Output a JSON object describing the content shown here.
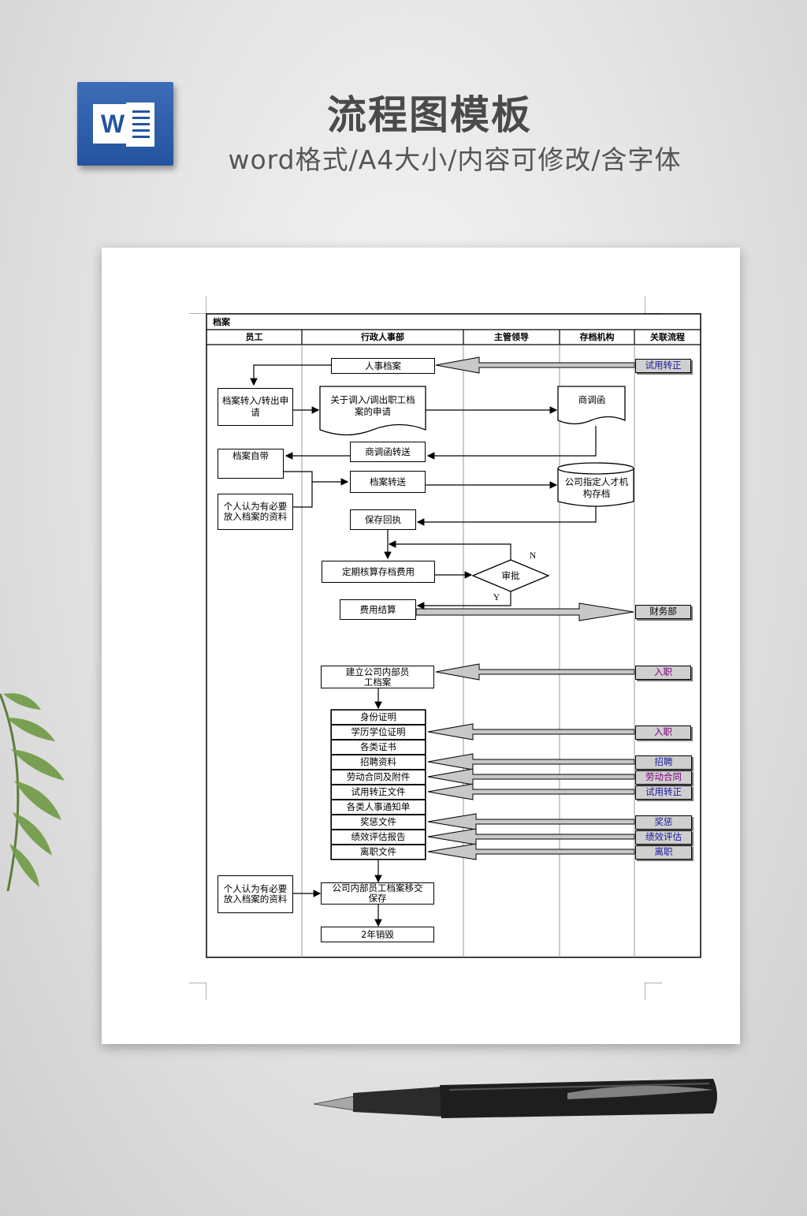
{
  "header": {
    "title": "流程图模板",
    "subtitle": "word格式/A4大小/内容可修改/含字体",
    "icon_letter": "W"
  },
  "flowchart": {
    "title": "档案",
    "columns": [
      "员工",
      "行政人事部",
      "主管领导",
      "存档机构",
      "关联流程"
    ],
    "nodes": {
      "renshi_dangan": "人事档案",
      "zhuanru": "档案转入/转出申请",
      "guanyu": "关于调入/调出职工档案的申请",
      "shangdiaohan": "商调函",
      "shangdiaohan_zhuansong": "商调函转送",
      "dangan_zidai": "档案自带",
      "dangan_zhuansong": "档案转送",
      "cundang": "公司指定人才机构存档",
      "geren_1": "个人认为有必要放入档案的资料",
      "baocun_huizhi": "保存回执",
      "dingqi": "定期核算存档费用",
      "shenpi": "审批",
      "feiyong": "费用结算",
      "jianli": "建立公司内部员工档案",
      "shenfen": "身份证明",
      "xueli": "学历学位证明",
      "zhengshu": "各类证书",
      "zhaopin_ziliao": "招聘资料",
      "hetong": "劳动合同及附件",
      "shiyong_wenjian": "试用转正文件",
      "tongzhidan": "各类人事通知单",
      "jiangcheng_wenjian": "奖惩文件",
      "jixiao_baogao": "绩效评估报告",
      "lizhi_wenjian": "离职文件",
      "geren_2": "个人认为有必要放入档案的资料",
      "neibu_baocun": "公司内部员工档案移交保存",
      "xiaohui": "2年销毁",
      "label_n": "N",
      "label_y": "Y"
    },
    "related": {
      "shiyong_1": "试用转正",
      "caiwu": "财务部",
      "ruzhi_1": "入职",
      "ruzhi_2": "入职",
      "zhaopin": "招聘",
      "laodong": "劳动合同",
      "shiyong_2": "试用转正",
      "jiangcheng": "奖惩",
      "jixiao": "绩效评估",
      "lizhi": "离职"
    },
    "colors": {
      "related_link_blue": "#1a1aa0",
      "related_link_purple": "#800080",
      "arrow_fill": "#c8c8c8"
    }
  }
}
